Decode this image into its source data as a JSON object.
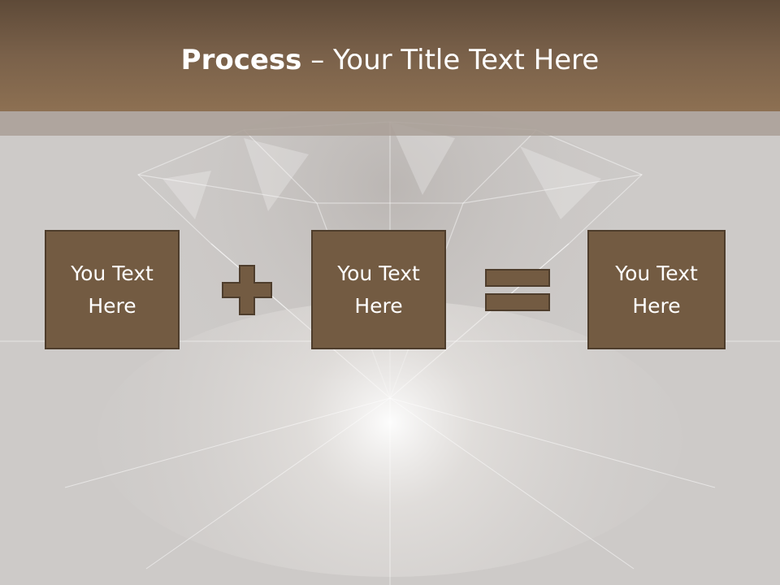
{
  "slide": {
    "title_bold": "Process",
    "title_separator": " – ",
    "title_rest": "Your Title Text Here",
    "boxes": [
      {
        "line1": "You Text",
        "line2": "Here"
      },
      {
        "line1": "You Text",
        "line2": "Here"
      },
      {
        "line1": "You Text",
        "line2": "Here"
      }
    ],
    "operators": [
      "plus-icon",
      "equals-icon"
    ]
  },
  "colors": {
    "title_bar": "#7a614a",
    "box_fill": "#735b42",
    "box_border": "#4e3d2c",
    "background": "#cdcac8"
  }
}
